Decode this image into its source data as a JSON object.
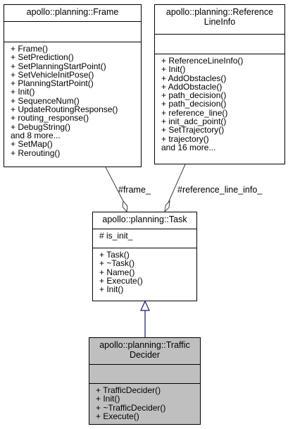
{
  "nodes": {
    "frame": {
      "title": "apollo::planning::Frame",
      "attributes": [],
      "methods": [
        "+ Frame()",
        "+ SetPrediction()",
        "+ SetPlanningStartPoint()",
        "+ SetVehicleInitPose()",
        "+ PlanningStartPoint()",
        "+ Init()",
        "+ SequenceNum()",
        "+ UpdateRoutingResponse()",
        "+ routing_response()",
        "+ DebugString()",
        "and 8 more...",
        "+ SetMap()",
        "+ Rerouting()"
      ]
    },
    "reference_line_info": {
      "title": "apollo::planning::Reference\nLineInfo",
      "attributes": [],
      "methods": [
        "+ ReferenceLineInfo()",
        "+ Init()",
        "+ AddObstacles()",
        "+ AddObstacle()",
        "+ path_decision()",
        "+ path_decision()",
        "+ reference_line()",
        "+ init_adc_point()",
        "+ SetTrajectory()",
        "+ trajectory()",
        "and 16 more..."
      ]
    },
    "task": {
      "title": "apollo::planning::Task",
      "attributes": [
        "# is_init_"
      ],
      "methods": [
        "+ Task()",
        "+ ~Task()",
        "+ Name()",
        "+ Execute()",
        "+ Init()"
      ]
    },
    "traffic_decider": {
      "title": "apollo::planning::Traffic\nDecider",
      "attributes": [],
      "methods": [
        "+ TrafficDecider()",
        "+ Init()",
        "+ ~TrafficDecider()",
        "+ Execute()"
      ]
    }
  },
  "edges": {
    "frame_label": "#frame_",
    "reference_line_info_label": "#reference_line_info_"
  },
  "colors": {
    "highlight_fill": "#bfbfbf",
    "inheritance_edge": "#191970"
  }
}
